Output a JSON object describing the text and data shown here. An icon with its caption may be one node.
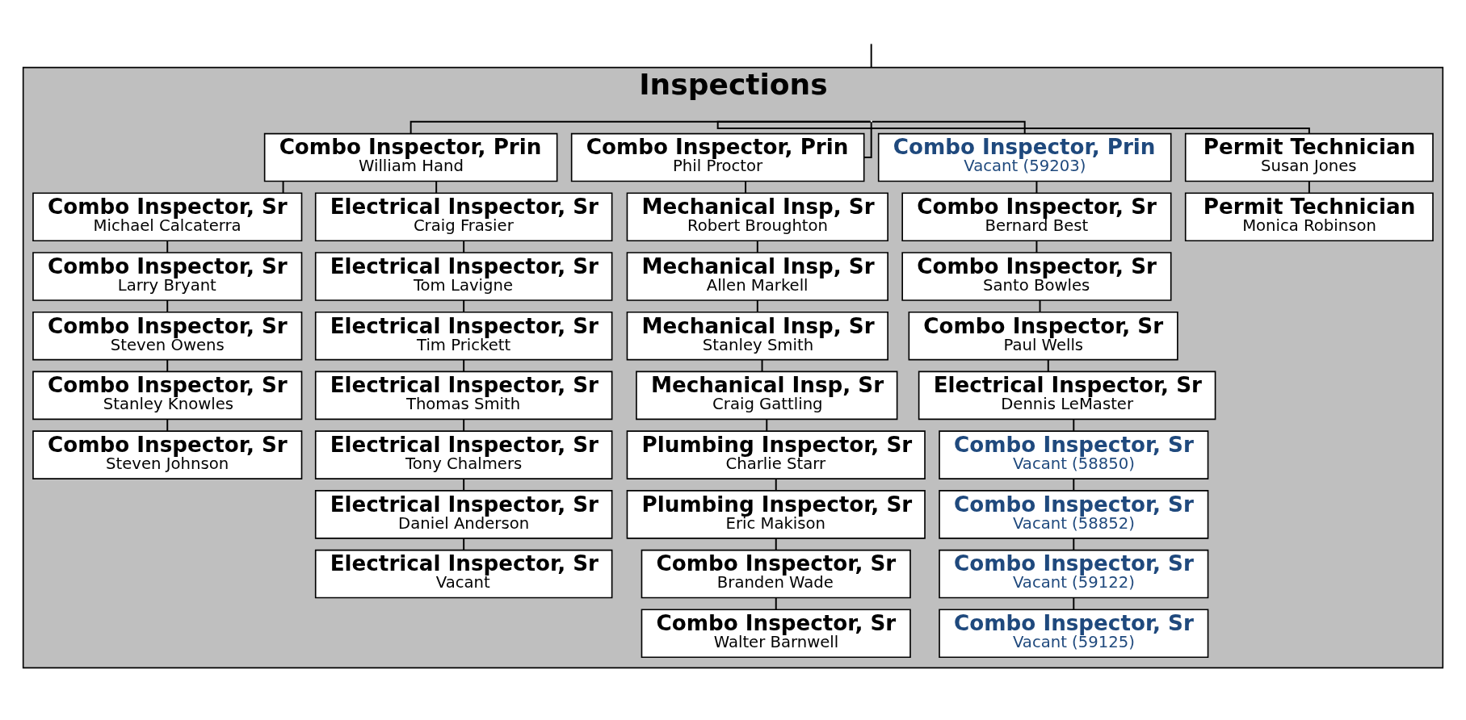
{
  "diagram": {
    "nodes": [
      {
        "text": [
          "Inspections"
        ]
      },
      {
        "text": [
          "Combo Inspector, Prin",
          "William Hand"
        ],
        "in": 0
      },
      {
        "text": [
          "Combo Inspector, Sr",
          "Michael Calcaterra"
        ],
        "in": 0
      },
      {
        "text": [
          "Combo Inspector, Sr",
          "Larry Bryant"
        ],
        "in": 0
      },
      {
        "text": [
          "Combo Inspector, Sr",
          "Steven Owens"
        ],
        "in": 0
      },
      {
        "text": [
          "Combo Inspector, Sr",
          "Stanley Knowles"
        ],
        "in": 0
      },
      {
        "text": [
          "Combo Inspector, Sr",
          "Steven Johnson"
        ],
        "in": 0
      },
      {
        "text": [
          "Electrical Inspector, Sr",
          "Craig Frasier"
        ],
        "in": 0
      },
      {
        "text": [
          "Electrical Inspector, Sr",
          "Tom Lavigne"
        ],
        "in": 0
      },
      {
        "text": [
          "Electrical Inspector, Sr",
          "Tim Prickett"
        ],
        "in": 0
      },
      {
        "text": [
          "Electrical Inspector, Sr",
          "Thomas Smith"
        ],
        "in": 0
      },
      {
        "text": [
          "Electrical Inspector, Sr",
          "Tony Chalmers"
        ],
        "in": 0
      },
      {
        "text": [
          "Electrical Inspector, Sr",
          "Daniel Anderson"
        ],
        "in": 0
      },
      {
        "text": [
          "Electrical Inspector, Sr",
          "Vacant"
        ],
        "in": 0
      },
      {
        "text": [
          "Combo Inspector, Prin",
          "Phil Proctor"
        ],
        "in": 0
      },
      {
        "text": [
          "Mechanical Insp, Sr",
          "Robert Broughton"
        ],
        "in": 0
      },
      {
        "text": [
          "Mechanical Insp, Sr",
          "Allen Markell"
        ],
        "in": 0
      },
      {
        "text": [
          "Mechanical Insp, Sr",
          "Stanley Smith"
        ],
        "in": 0
      },
      {
        "text": [
          "Mechanical Insp, Sr",
          "Craig Gattling"
        ],
        "in": 0
      },
      {
        "text": [
          "Plumbing Inspector, Sr",
          "Charlie Starr"
        ],
        "in": 0
      },
      {
        "text": [
          "Plumbing Inspector, Sr",
          "Eric Makison"
        ],
        "in": 0
      },
      {
        "text": [
          "Combo Inspector, Sr",
          "Branden Wade"
        ],
        "in": 0
      },
      {
        "text": [
          "Combo Inspector, Sr",
          "Walter Barnwell"
        ],
        "in": 0
      },
      {
        "text": [
          "Combo Inspector, Prin",
          "Vacant (59203)"
        ],
        "in": 0
      },
      {
        "text": [
          "Combo Inspector, Sr",
          "Bernard Best"
        ],
        "in": 0
      },
      {
        "text": [
          "Combo Inspector, Sr",
          "Santo Bowles"
        ],
        "in": 0
      },
      {
        "text": [
          "Combo Inspector, Sr",
          "Paul Wells"
        ],
        "in": 0
      },
      {
        "text": [
          "Electrical Inspector, Sr",
          "Dennis LeMaster"
        ],
        "in": 0
      },
      {
        "text": [
          "Combo Inspector, Sr",
          "Vacant (58850)"
        ],
        "in": 0
      },
      {
        "text": [
          "Combo Inspector, Sr",
          "Vacant (58852)"
        ],
        "in": 0
      },
      {
        "text": [
          "Combo Inspector, Sr",
          "Vacant (59122)"
        ],
        "in": 0
      },
      {
        "text": [
          "Combo Inspector, Sr",
          "Vacant (59125)"
        ],
        "in": 0
      },
      {
        "text": [
          "Permit Technician",
          "Susan Jones"
        ],
        "in": 0
      },
      {
        "text": [
          "Permit Technician",
          "Monica Robinson"
        ],
        "in": 0
      }
    ],
    "edges": [
      {
        "from": null,
        "to": 0,
        "arrow": "none"
      },
      {
        "from": 0,
        "to": 1,
        "arrow": "none"
      },
      {
        "from": 0,
        "to": 14,
        "arrow": "none"
      },
      {
        "from": 0,
        "to": 23,
        "arrow": "none"
      },
      {
        "from": 0,
        "to": 32,
        "arrow": "none"
      },
      {
        "from": 1,
        "to": 2,
        "arrow": "none"
      },
      {
        "from": 2,
        "to": 3,
        "arrow": "none"
      },
      {
        "from": 3,
        "to": 4,
        "arrow": "none"
      },
      {
        "from": 4,
        "to": 5,
        "arrow": "none"
      },
      {
        "from": 5,
        "to": 6,
        "arrow": "none"
      },
      {
        "from": 1,
        "to": 7,
        "arrow": "none"
      },
      {
        "from": 7,
        "to": 8,
        "arrow": "none"
      },
      {
        "from": 8,
        "to": 9,
        "arrow": "none"
      },
      {
        "from": 9,
        "to": 10,
        "arrow": "none"
      },
      {
        "from": 10,
        "to": 11,
        "arrow": "none"
      },
      {
        "from": 11,
        "to": 12,
        "arrow": "none"
      },
      {
        "from": 12,
        "to": 13,
        "arrow": "none"
      },
      {
        "from": 14,
        "to": 15,
        "arrow": "none"
      },
      {
        "from": 15,
        "to": 16,
        "arrow": "none"
      },
      {
        "from": 16,
        "to": 17,
        "arrow": "none"
      },
      {
        "from": 17,
        "to": 18,
        "arrow": "none"
      },
      {
        "from": 18,
        "to": 19,
        "arrow": "none"
      },
      {
        "from": 19,
        "to": 20,
        "arrow": "none"
      },
      {
        "from": 20,
        "to": 21,
        "arrow": "none"
      },
      {
        "from": 21,
        "to": 22,
        "arrow": "none"
      },
      {
        "from": 23,
        "to": 24,
        "arrow": "none"
      },
      {
        "from": 24,
        "to": 25,
        "arrow": "none"
      },
      {
        "from": 25,
        "to": 26,
        "arrow": "none"
      },
      {
        "from": 26,
        "to": 27,
        "arrow": "none"
      },
      {
        "from": 27,
        "to": 28,
        "arrow": "none"
      },
      {
        "from": 28,
        "to": 29,
        "arrow": "none"
      },
      {
        "from": 29,
        "to": 30,
        "arrow": "none"
      },
      {
        "from": 30,
        "to": 31,
        "arrow": "none"
      },
      {
        "from": 32,
        "to": 33,
        "arrow": "none"
      }
    ]
  }
}
